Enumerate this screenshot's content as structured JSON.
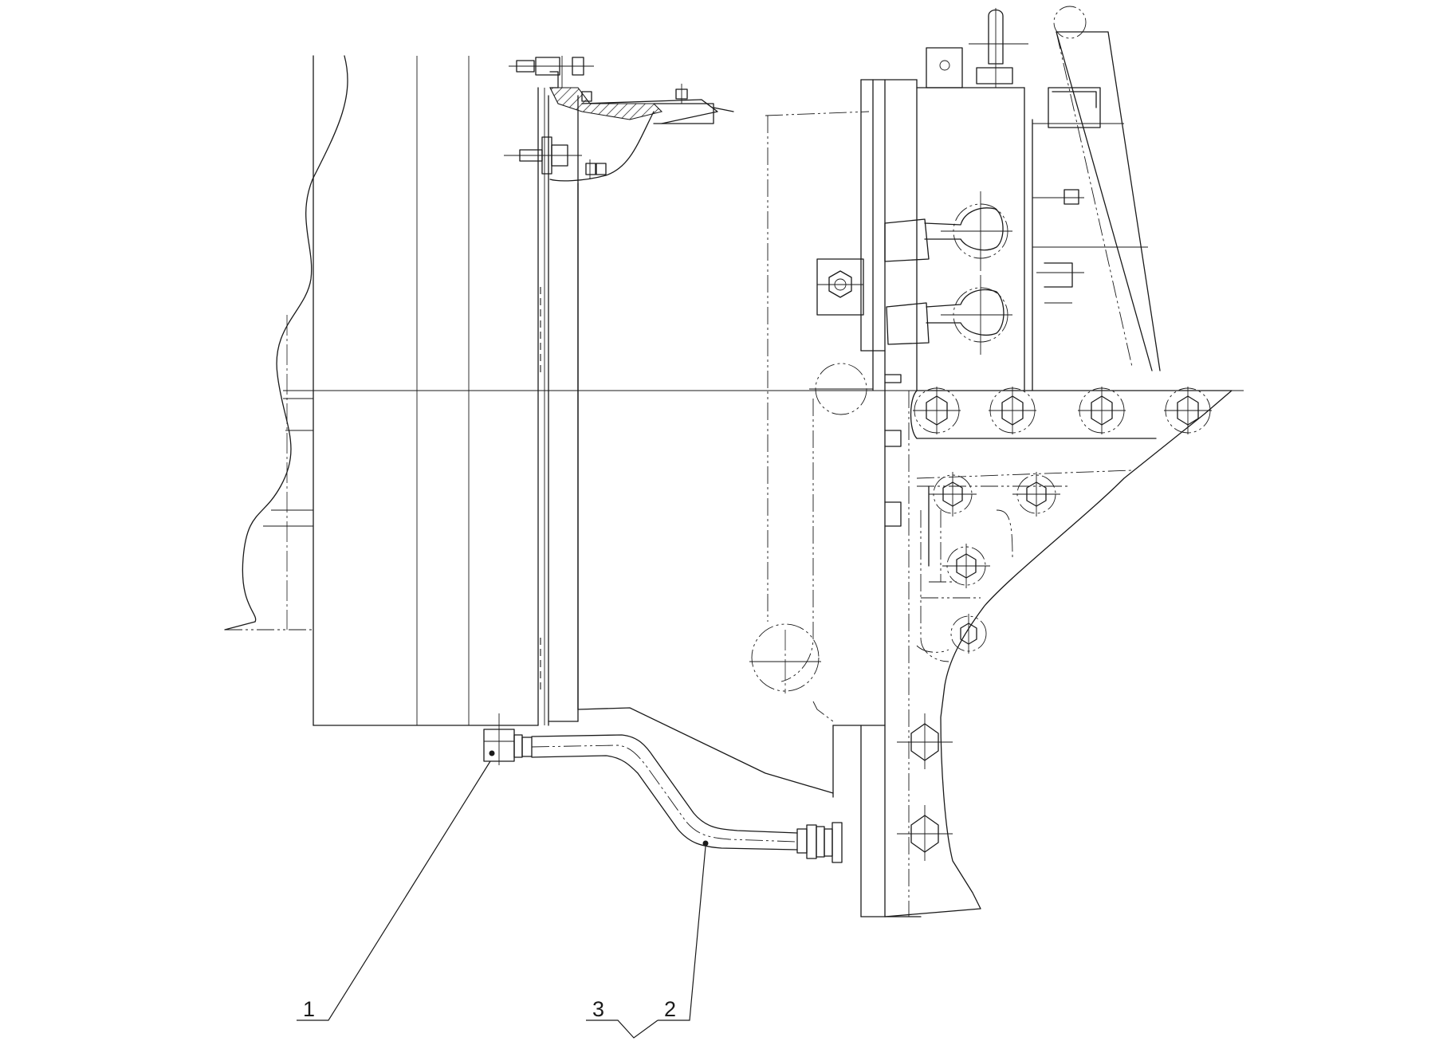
{
  "callouts": [
    {
      "id": "1",
      "text": "1"
    },
    {
      "id": "2",
      "text": "2"
    },
    {
      "id": "3",
      "text": "3"
    }
  ],
  "colors": {
    "line": "#1a1a1a",
    "background": "#ffffff"
  }
}
